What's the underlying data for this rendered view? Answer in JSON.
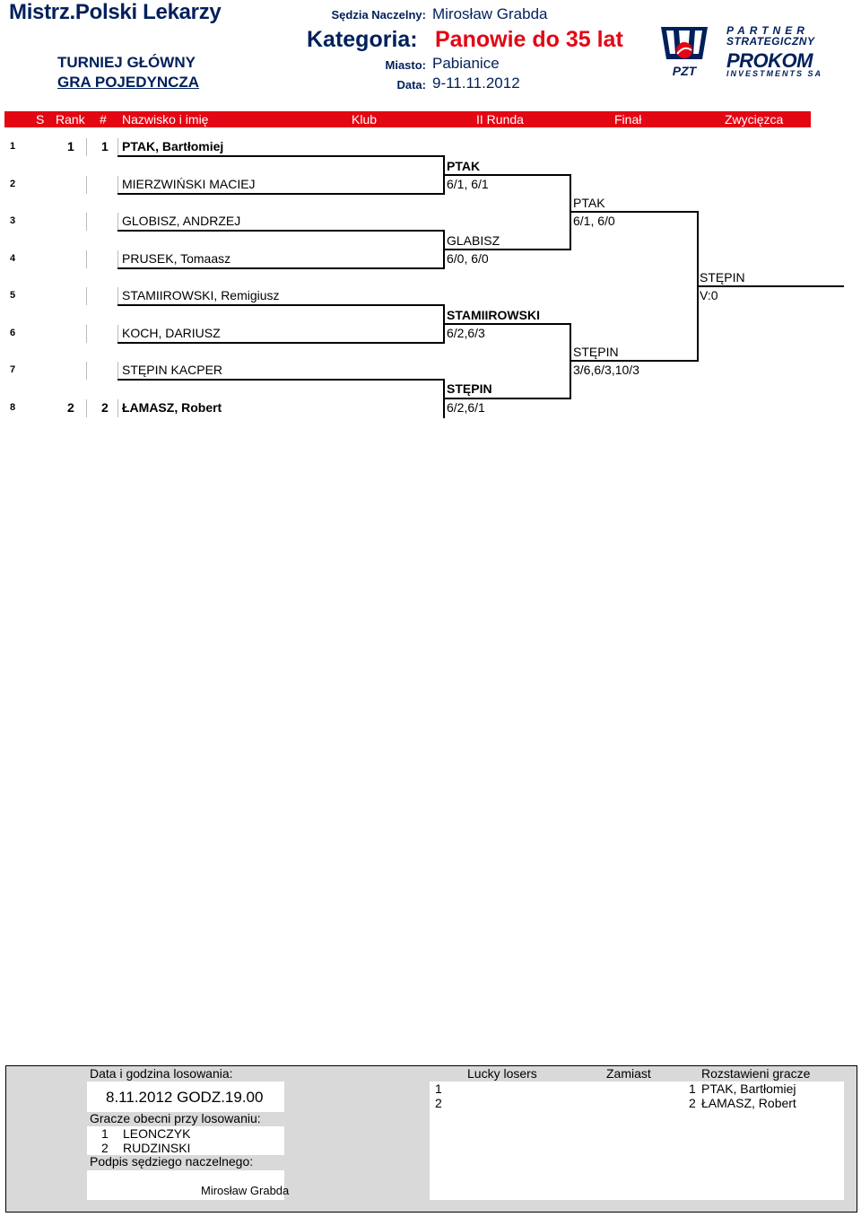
{
  "header": {
    "title": "Mistrz.Polski Lekarzy",
    "turniej": "TURNIEJ GŁÓWNY",
    "gra": "GRA POJEDYNCZA",
    "judge_label": "Sędzia Naczelny:",
    "judge_value": "Mirosław Grabda",
    "category_label": "Kategoria:",
    "category_value": "Panowie do 35 lat",
    "city_label": "Miasto:",
    "city_value": "Pabianice",
    "date_label": "Data:",
    "date_value": "9-11.11.2012"
  },
  "logos": {
    "pzt_text": "PZT",
    "partner_line1": "PARTNER",
    "partner_line2": "STRATEGICZNY",
    "prokom": "PROKOM",
    "investments": "INVESTMENTS SA"
  },
  "columns": {
    "s": "S",
    "rank": "Rank",
    "hash": "#",
    "name": "Nazwisko i imię",
    "club": "Klub",
    "round2": "II Runda",
    "final": "Finał",
    "winner": "Zwycięzca"
  },
  "players": [
    {
      "seq": "1",
      "rank": "1",
      "seed": "1",
      "name": "PTAK, Bartłomiej"
    },
    {
      "seq": "2",
      "rank": "",
      "seed": "",
      "name": "MIERZWIŃSKI MACIEJ"
    },
    {
      "seq": "3",
      "rank": "",
      "seed": "",
      "name": "GLOBISZ, ANDRZEJ"
    },
    {
      "seq": "4",
      "rank": "",
      "seed": "",
      "name": "PRUSEK, Tomaasz"
    },
    {
      "seq": "5",
      "rank": "",
      "seed": "",
      "name": "STAMIIROWSKI, Remigiusz"
    },
    {
      "seq": "6",
      "rank": "",
      "seed": "",
      "name": "KOCH, DARIUSZ"
    },
    {
      "seq": "7",
      "rank": "",
      "seed": "",
      "name": "STĘPIN KACPER"
    },
    {
      "seq": "8",
      "rank": "2",
      "seed": "2",
      "name": "ŁAMASZ, Robert"
    }
  ],
  "round2": [
    {
      "winner": "PTAK",
      "score": "6/1, 6/1"
    },
    {
      "winner": "GLABISZ",
      "score": "6/0, 6/0"
    },
    {
      "winner": "STAMIIROWSKI",
      "score": "6/2,6/3"
    },
    {
      "winner": "STĘPIN",
      "score": "6/2,6/1"
    }
  ],
  "final": [
    {
      "winner": "PTAK",
      "score": "6/1, 6/0"
    },
    {
      "winner": "STĘPIN",
      "score": "3/6,6/3,10/3"
    }
  ],
  "champion": {
    "winner": "STĘPIN",
    "score": "V:0"
  },
  "footer": {
    "draw_label": "Data i godzina losowania:",
    "draw_value": "8.11.2012 GODZ.19.00",
    "present_label": "Gracze obecni przy losowaniu:",
    "present": [
      {
        "n": "1",
        "name": "LEONCZYK"
      },
      {
        "n": "2",
        "name": "RUDZINSKI"
      }
    ],
    "signature_label": "Podpis sędziego naczelnego:",
    "signature_value": "Mirosław Grabda",
    "lucky_label": "Lucky losers",
    "instead_label": "Zamiast",
    "seeds_label": "Rozstawieni gracze",
    "lucky_numbers": [
      "1",
      "2"
    ],
    "seeds": [
      {
        "n": "1",
        "name": "PTAK, Bartłomiej"
      },
      {
        "n": "2",
        "name": "ŁAMASZ, Robert"
      }
    ]
  },
  "colors": {
    "navy": "#00205b",
    "red": "#e30613",
    "footer_bg": "#d9d9d9"
  }
}
